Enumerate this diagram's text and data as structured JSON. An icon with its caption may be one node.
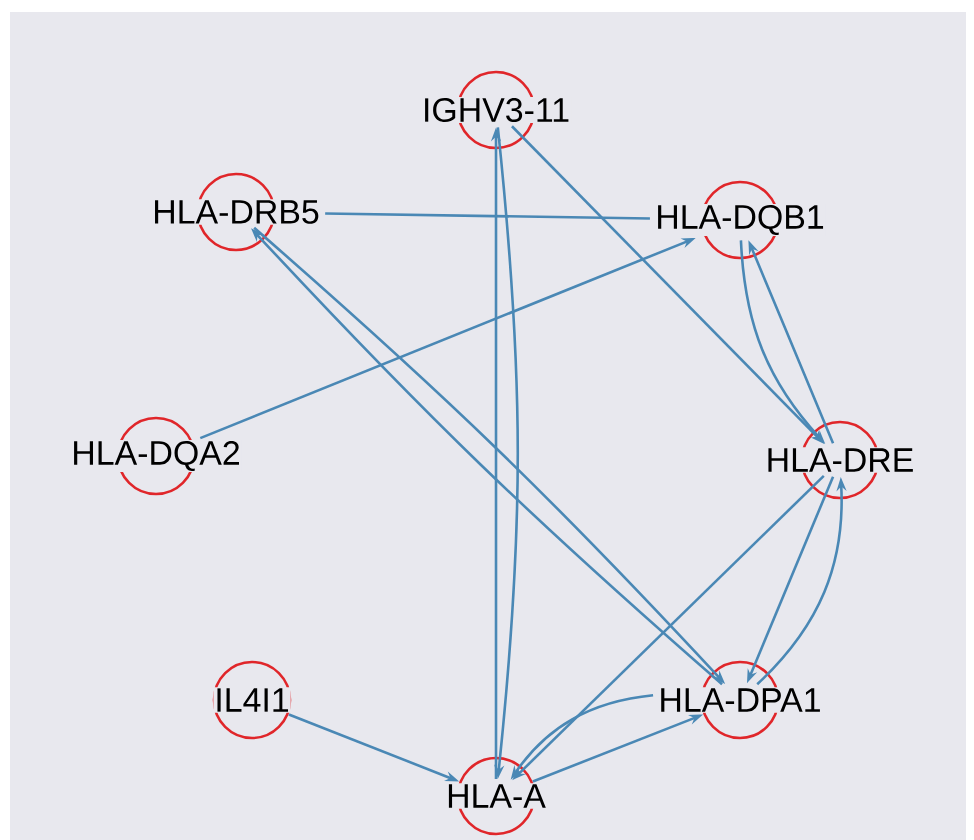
{
  "diagram": {
    "nodes": [
      {
        "text": [
          "IGHV3-11"
        ]
      },
      {
        "text": [
          "HLA-DRB5"
        ]
      },
      {
        "text": [
          "HLA-DQB1"
        ]
      },
      {
        "text": [
          "HLA-DQA2"
        ]
      },
      {
        "text": [
          "HLA-DRE"
        ]
      },
      {
        "text": [
          "IL4I1"
        ]
      },
      {
        "text": [
          "HLA-DPA1"
        ]
      },
      {
        "text": [
          "HLA-A"
        ]
      }
    ],
    "edges": [
      {
        "from": 1,
        "to": 2,
        "arrow": "none"
      },
      {
        "from": 3,
        "to": 2,
        "arrow": "to"
      },
      {
        "from": 7,
        "to": 0,
        "arrow": "to"
      },
      {
        "from": 0,
        "to": 7,
        "arrow": "to"
      },
      {
        "from": 0,
        "to": 4,
        "arrow": "to"
      },
      {
        "from": 2,
        "to": 4,
        "arrow": "to"
      },
      {
        "from": 4,
        "to": 2,
        "arrow": "to"
      },
      {
        "from": 6,
        "to": 1,
        "arrow": "to"
      },
      {
        "from": 1,
        "to": 6,
        "arrow": "to"
      },
      {
        "from": 4,
        "to": 7,
        "arrow": "to"
      },
      {
        "from": 4,
        "to": 6,
        "arrow": "to"
      },
      {
        "from": 6,
        "to": 4,
        "arrow": "to"
      },
      {
        "from": 6,
        "to": 7,
        "arrow": "to"
      },
      {
        "from": 7,
        "to": 6,
        "arrow": "to"
      },
      {
        "from": 5,
        "to": 7,
        "arrow": "to"
      }
    ]
  }
}
